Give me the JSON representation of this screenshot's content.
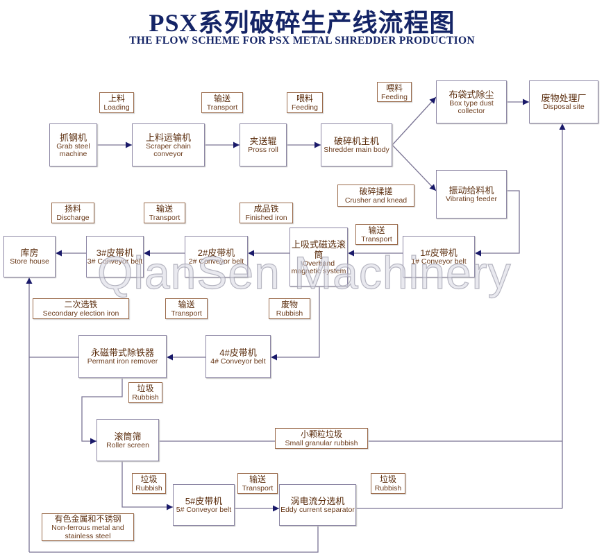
{
  "title_cn": "PSX系列破碎生产线流程图",
  "title_en": "THE FLOW SCHEME FOR PSX METAL SHREDDER PRODUCTION",
  "watermark": "QianSen Machinery",
  "colors": {
    "title": "#142466",
    "text": "#5a2c0c",
    "box_border": "#8c86a4",
    "label_border": "#9a6a4a",
    "arrow": "#1a1a6a"
  },
  "nodes": {
    "grab": {
      "cn": "抓钢机",
      "en": "Grab steel machine"
    },
    "scraper": {
      "cn": "上料运输机",
      "en": "Scraper chain conveyor"
    },
    "pross": {
      "cn": "夹送辊",
      "en": "Pross roll"
    },
    "shredder": {
      "cn": "破碎机主机",
      "en": "Shredder main body"
    },
    "dust": {
      "cn": "布袋式除尘",
      "en": "Box type dust collector"
    },
    "disposal": {
      "cn": "废物处理厂",
      "en": "Disposal site"
    },
    "vibrating": {
      "cn": "振动给料机",
      "en": "Vibrating feeder"
    },
    "belt1": {
      "cn": "1#皮带机",
      "en": "1# Conveyor belt"
    },
    "overband": {
      "cn": "上吸式磁选滚筒",
      "en": "Overband magnetic system"
    },
    "belt2": {
      "cn": "2#皮带机",
      "en": "2# Conveyor belt"
    },
    "belt3": {
      "cn": "3#皮带机",
      "en": "3# Conveyor belt"
    },
    "store": {
      "cn": "库房",
      "en": "Store house"
    },
    "belt4": {
      "cn": "4#皮带机",
      "en": "4# Conveyor belt"
    },
    "permant": {
      "cn": "永磁带式除铁器",
      "en": "Permant iron remover"
    },
    "roller": {
      "cn": "滚筒筛",
      "en": "Roller screen"
    },
    "belt5": {
      "cn": "5#皮带机",
      "en": "5# Conveyor belt"
    },
    "eddy": {
      "cn": "涡电流分选机",
      "en": "Eddy current separator"
    }
  },
  "labels": [
    {
      "cn": "上料",
      "en": "Loading"
    },
    {
      "cn": "输送",
      "en": "Transport"
    },
    {
      "cn": "喂料",
      "en": "Feeding"
    },
    {
      "cn": "喂料",
      "en": "Feeding"
    },
    {
      "cn": "破碎揉搓",
      "en": "Crusher and knead"
    },
    {
      "cn": "输送",
      "en": "Transport"
    },
    {
      "cn": "扬料",
      "en": "Discharge"
    },
    {
      "cn": "输送",
      "en": "Transport"
    },
    {
      "cn": "成品铁",
      "en": "Finished iron"
    },
    {
      "cn": "二次选铁",
      "en": "Secondary election iron"
    },
    {
      "cn": "输送",
      "en": "Transport"
    },
    {
      "cn": "废物",
      "en": "Rubbish"
    },
    {
      "cn": "垃圾",
      "en": "Rubbish"
    },
    {
      "cn": "小颗粒垃圾",
      "en": "Small granular rubbish"
    },
    {
      "cn": "垃圾",
      "en": "Rubbish"
    },
    {
      "cn": "输送",
      "en": "Transport"
    },
    {
      "cn": "垃圾",
      "en": "Rubbish"
    },
    {
      "cn": "有色金属和不锈钢",
      "en": "Non-ferrous metal and stainless steel"
    }
  ]
}
